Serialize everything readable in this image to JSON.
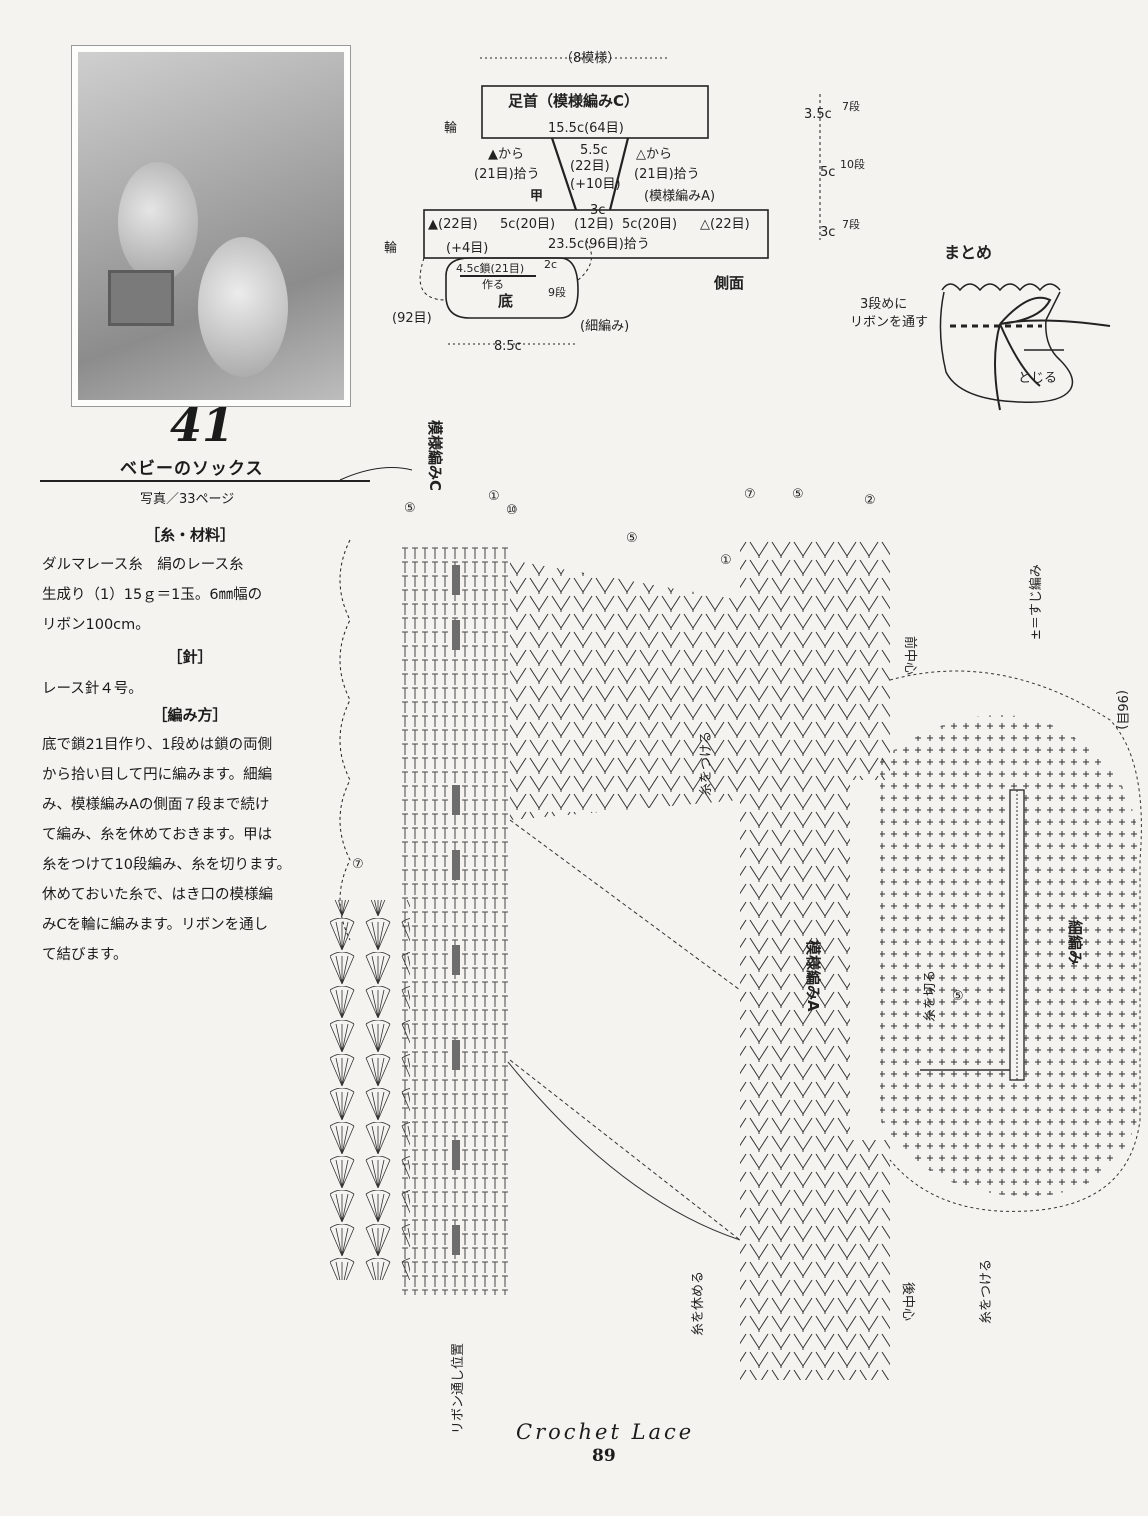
{
  "photo": {
    "alt": "baby socks photo"
  },
  "pattern_number": "41",
  "title": "ベビーのソックス",
  "photo_ref": "写真／33ページ",
  "materials": {
    "heading": "［糸・材料］",
    "line1": "ダルマレース糸　絹のレース糸",
    "line2": "生成り（1）15ｇ＝1玉。6㎜幅の",
    "line3": "リボン100cm。"
  },
  "needle": {
    "heading": "［針］",
    "line1": "レース針４号。"
  },
  "method": {
    "heading": "［編み方］",
    "lines": [
      "底で鎖21目作り、1段めは鎖の両側",
      "から拾い目して円に編みます。細編",
      "み、模様編みAの側面７段まで続け",
      "て編み、糸を休めておきます。甲は",
      "糸をつけて10段編み、糸を切ります。",
      "休めておいた糸で、はき口の模様編",
      "みCを輪に編みます。リボンを通し",
      "て結びます。"
    ]
  },
  "schematic": {
    "pattern_repeat": "（8模様）",
    "ankle_title": "足首（模様編みC）",
    "ankle_width": "15.5c(64目)",
    "ring": "輪",
    "left_pick": "▲から",
    "left_pick2": "(21目)拾う",
    "center_w": "5.5c",
    "center_st": "(22目)",
    "plus10": "(+10目)",
    "right_pick": "△から",
    "right_pick2": "(21目)拾う",
    "instep": "甲",
    "depth3": "3c",
    "pattern_a": "(模様編みA)",
    "row_labels": [
      "▲(22目)",
      "5c(20目)",
      "(12目)",
      "5c(20目)",
      "△(22目)"
    ],
    "plus4": "(+4目)",
    "side_width": "23.5c(96目)拾う",
    "side": "側面",
    "chain": "4.5c鎖(21目)",
    "make": "作る",
    "sole_h": "2c",
    "sole_rows": "9段",
    "sole": "底",
    "sole_st": "(92目)",
    "sc": "(細編み)",
    "sole_w": "8.5c",
    "h1": "3.5c",
    "h1r": "7段",
    "h2": "5c",
    "h2r": "10段",
    "h3": "3c",
    "h3r": "7段"
  },
  "finish": {
    "title": "まとめ",
    "ribbon1": "3段めに",
    "ribbon2": "リボンを通す",
    "close": "とじる"
  },
  "chart": {
    "label_c": "模様編みC",
    "label_a": "模様編みA",
    "label_sc": "細編み",
    "rows_top": [
      "⑤",
      "①",
      "⑩"
    ],
    "row5": "⑤",
    "row7": "⑦",
    "row1": "①",
    "row2": "②",
    "row7b": "⑦",
    "row5b": "⑤",
    "front_center": "前中心",
    "back_center": "後中心",
    "stitches96": "(96目)",
    "attach": "糸をつける",
    "rest": "糸を休める",
    "cut": "糸を切る",
    "attach2": "糸をつける",
    "ribbon_pos": "リボン通し位置",
    "legend": "±＝すじ編み",
    "r5small": "⑤"
  },
  "footer": {
    "magazine": "Crochet Lace",
    "page": "89"
  }
}
